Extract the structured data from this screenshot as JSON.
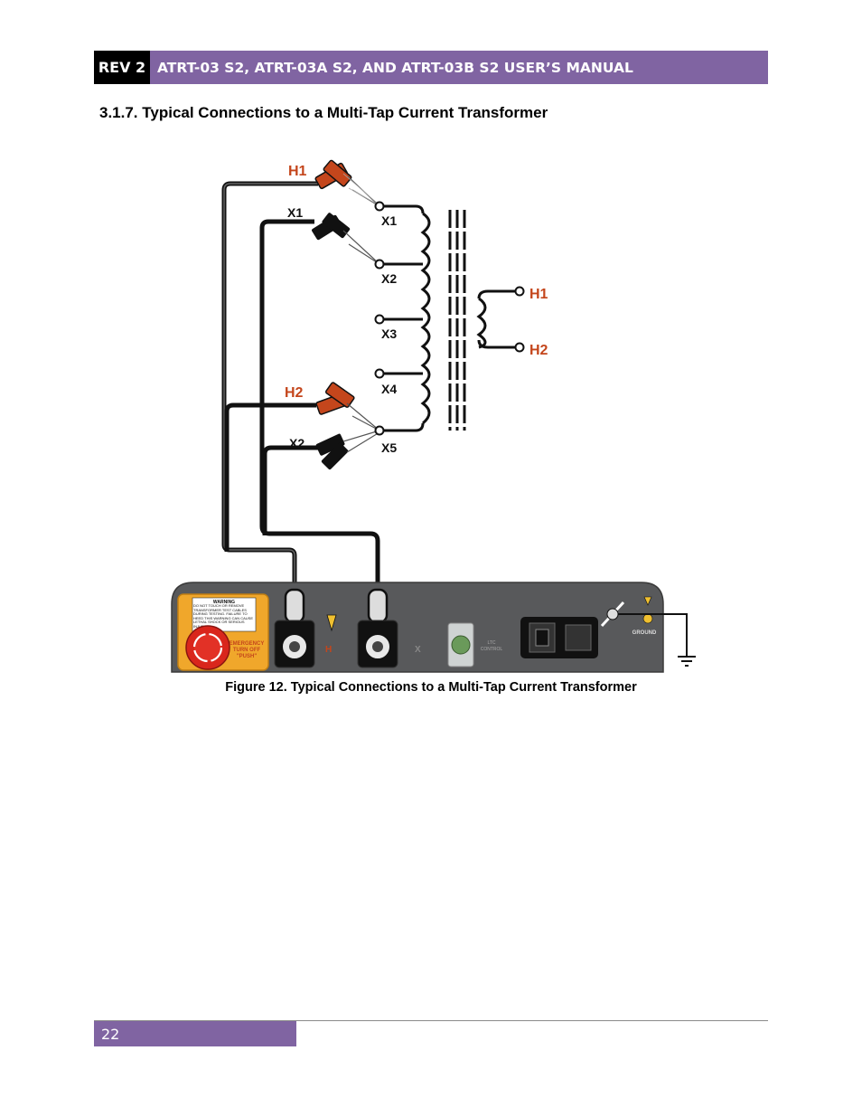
{
  "header": {
    "rev": "REV 2",
    "title": "ATRT-03 S2, ATRT-03A S2, AND ATRT-03B S2 USER’S MANUAL"
  },
  "section": {
    "heading": "3.1.7.  Typical Connections to a Multi-Tap Current Transformer"
  },
  "figure": {
    "clip_labels": {
      "h1": "H1",
      "x1": "X1",
      "h2": "H2",
      "x2": "X2"
    },
    "tap_labels": [
      "X1",
      "X2",
      "X3",
      "X4",
      "X5"
    ],
    "primary_labels": {
      "h1": "H1",
      "h2": "H2"
    },
    "panel": {
      "warning_title": "WARNING",
      "warning_text": "DO NOT TOUCH OR REMOVE TRANSFORMER TEST CABLES DURING TESTING. FAILURE TO HEED THIS WARNING CAN CAUSE LETHAL SHOCK OR SERIOUS INJURIES",
      "estop_line1": "EMERGENCY",
      "estop_line2": "TURN OFF",
      "estop_line3": "\"PUSH\"",
      "h_label": "H",
      "x_label": "X",
      "ltc_line1": "LTC",
      "ltc_line2": "CONTROL",
      "ground_label": "GROUND"
    },
    "colors": {
      "accent": "#c4461c",
      "cable": "#111111",
      "panel": "#58595b"
    },
    "caption": "Figure 12. Typical Connections to a Multi-Tap Current Transformer"
  },
  "footer": {
    "page": "22"
  }
}
